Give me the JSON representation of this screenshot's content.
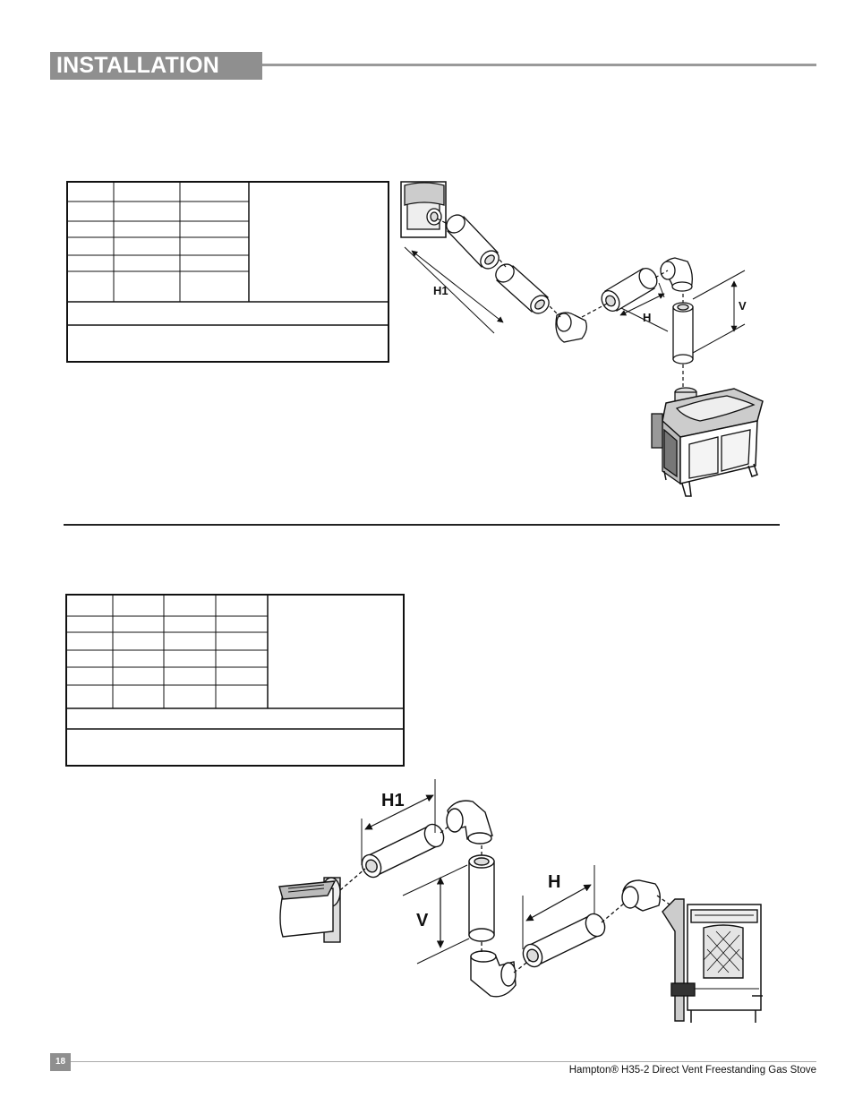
{
  "header": {
    "title": "INSTALLATION"
  },
  "figure_top": {
    "labels": {
      "h1": "H1",
      "h": "H",
      "v": "V"
    }
  },
  "figure_bottom": {
    "labels": {
      "h1": "H1",
      "h": "H",
      "v": "V"
    }
  },
  "footer": {
    "page_number": "18",
    "document_title": "Hampton® H35-2 Direct Vent Freestanding Gas Stove"
  }
}
